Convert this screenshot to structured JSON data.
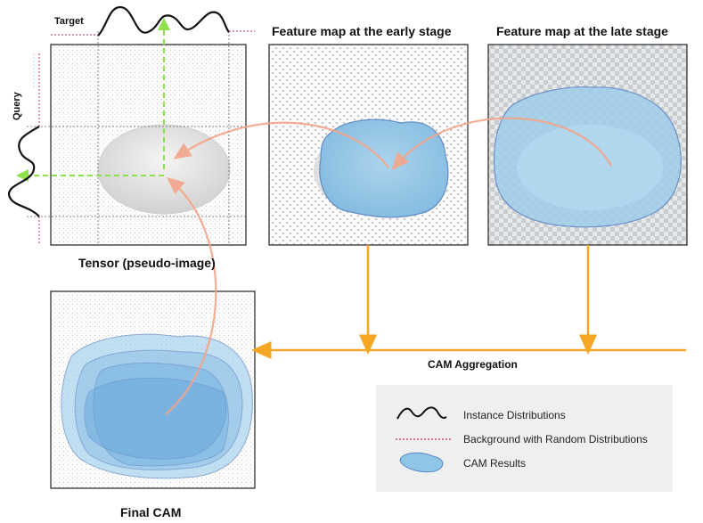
{
  "labels": {
    "target": "Target",
    "query": "Query",
    "tensor": "Tensor (pseudo-image)",
    "early": "Feature map at the early stage",
    "late": "Feature map at the late stage",
    "aggregation": "CAM Aggregation",
    "final": "Final CAM"
  },
  "legend": {
    "items": [
      {
        "label": "Instance Distributions",
        "icon": "wave-icon"
      },
      {
        "label": "Background with Random Distributions",
        "icon": "dotted-line-icon"
      },
      {
        "label": "CAM Results",
        "icon": "blob-icon"
      }
    ]
  },
  "colors": {
    "arrow_orange": "#f5a623",
    "arrow_salmon": "#f4a58a",
    "guide_green": "#8fe04a",
    "cam_blue": "#8fc6e8",
    "cam_stroke": "#5b86c4",
    "background_red": "#c0304a",
    "legend_bg": "#eef0f0"
  }
}
